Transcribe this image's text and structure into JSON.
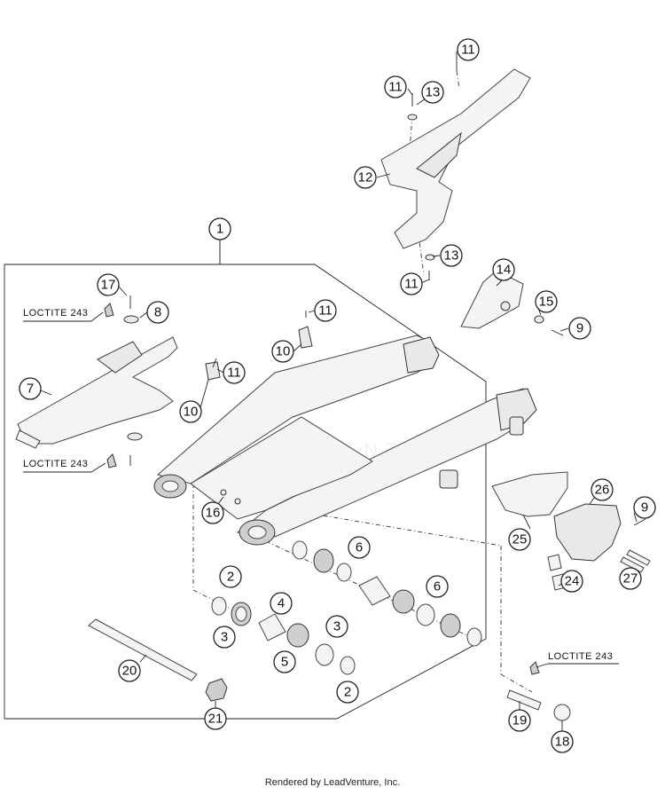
{
  "footer": "Rendered by LeadVenture, Inc.",
  "watermark": "LEADVENTURE",
  "loctite_label": "LOCTITE 243",
  "callouts": {
    "c1": "1",
    "c2a": "2",
    "c2b": "2",
    "c3a": "3",
    "c3b": "3",
    "c4": "4",
    "c5": "5",
    "c6a": "6",
    "c6b": "6",
    "c7": "7",
    "c8": "8",
    "c9a": "9",
    "c9b": "9",
    "c10a": "10",
    "c10b": "10",
    "c11a": "11",
    "c11b": "11",
    "c11c": "11",
    "c11d": "11",
    "c11e": "11",
    "c12": "12",
    "c13a": "13",
    "c13b": "13",
    "c14": "14",
    "c15": "15",
    "c16": "16",
    "c17": "17",
    "c18": "18",
    "c19": "19",
    "c20": "20",
    "c21": "21",
    "c24": "24",
    "c25": "25",
    "c26": "26",
    "c27": "27"
  }
}
